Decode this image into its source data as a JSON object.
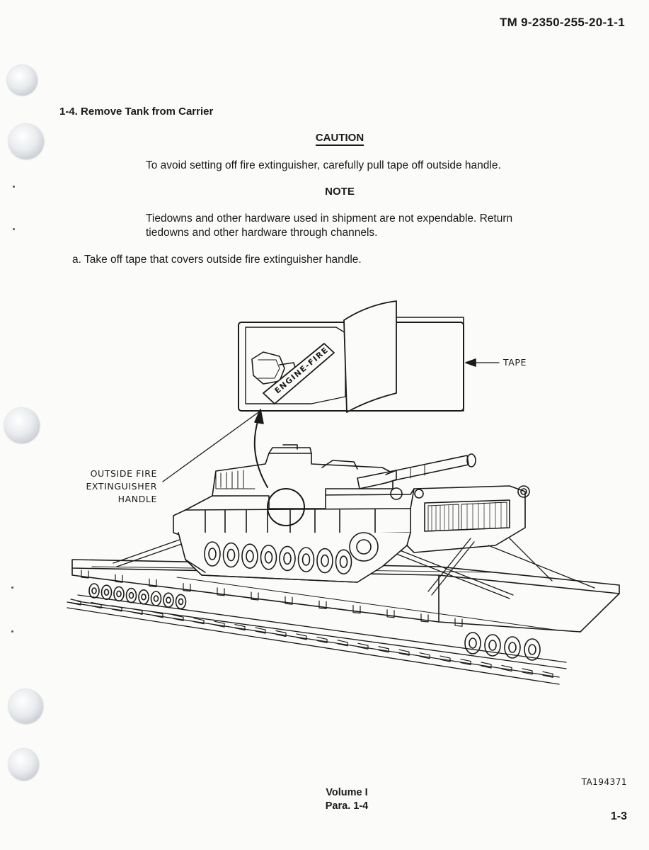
{
  "header": {
    "tm_number": "TM 9-2350-255-20-1-1"
  },
  "section": {
    "title": "1-4. Remove Tank from Carrier"
  },
  "caution": {
    "heading": "CAUTION",
    "text": "To avoid setting off fire extinguisher, carefully pull tape off outside handle."
  },
  "note": {
    "heading": "NOTE",
    "text": "Tiedowns and other hardware used in shipment are not expendable.  Return tiedowns and other hardware through channels."
  },
  "steps": [
    {
      "text": "a. Take off tape that covers outside fire extinguisher handle."
    }
  ],
  "figure": {
    "callout_tape": "TAPE",
    "callout_handle": [
      "OUTSIDE FIRE",
      "EXTINGUISHER",
      "HANDLE"
    ],
    "handle_marking": "ENGINE-FIRE",
    "figure_id": "TA194371"
  },
  "footer": {
    "volume": "Volume I",
    "para": "Para. 1-4",
    "page_number": "1-3"
  }
}
